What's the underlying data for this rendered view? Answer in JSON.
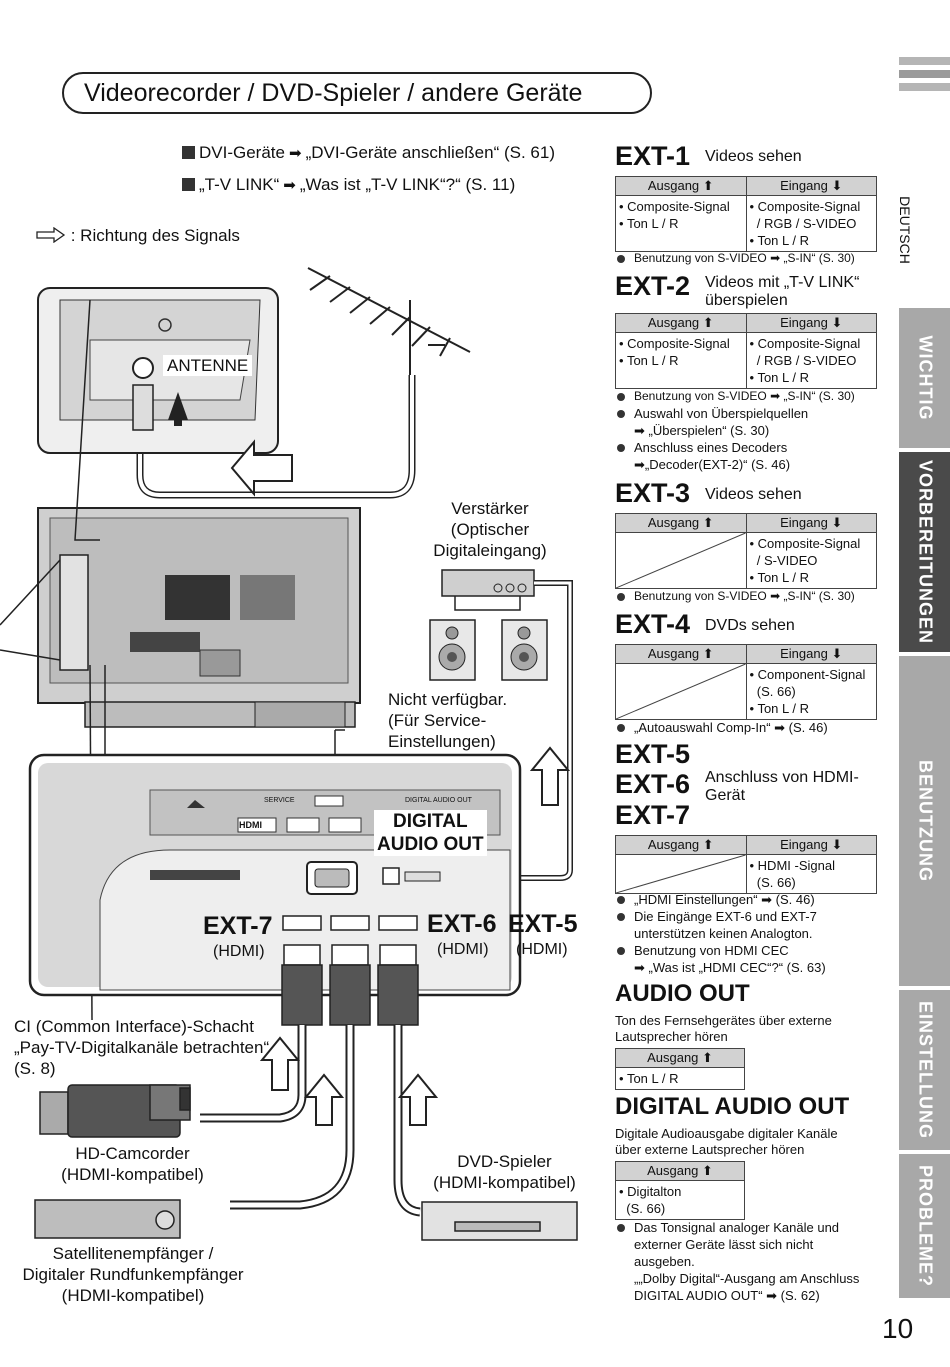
{
  "title": "Videorecorder / DVD-Spieler / andere Geräte",
  "refs": {
    "dvi": "DVI-Geräte",
    "dvi_target": "„DVI-Geräte anschließen“ (S. 61)",
    "tvlink": "„T-V LINK“",
    "tvlink_target": "„Was ist „T-V LINK“?“ (S. 11)",
    "signal_dir": ": Richtung des Signals"
  },
  "diagram": {
    "antenne": "ANTENNE",
    "verstaerker": [
      "Verstärker",
      "(Optischer",
      "Digitaleingang)"
    ],
    "nicht_verfuegbar": [
      "Nicht verfügbar.",
      "(Für Service-",
      "Einstellungen)"
    ],
    "digital_audio_out": [
      "DIGITAL",
      "AUDIO OUT"
    ],
    "ext7": "EXT-7",
    "ext6": "EXT-6",
    "ext5": "EXT-5",
    "hdmi": "(HDMI)",
    "ci": [
      "CI (Common Interface)-Schacht",
      "„Pay-TV-Digitalkanäle betrachten“",
      "(S. 8)"
    ],
    "camcorder": [
      "HD-Camcorder",
      "(HDMI-kompatibel)"
    ],
    "dvd": [
      "DVD-Spieler",
      "(HDMI-kompatibel)"
    ],
    "sat": [
      "Satellitenempfänger /",
      "Digitaler Rundfunkempfänger",
      "(HDMI-kompatibel)"
    ],
    "panel_service": "SERVICE",
    "panel_dao": "DIGITAL AUDIO OUT",
    "panel_hdmi": "HDMI"
  },
  "table_headers": {
    "out": "Ausgang",
    "in": "Eingang"
  },
  "ext1": {
    "name": "EXT-1",
    "desc": "Videos sehen",
    "out": [
      "Composite-Signal",
      "Ton L / R"
    ],
    "in": [
      "Composite-Signal",
      "/ RGB / S-VIDEO",
      "Ton L / R"
    ],
    "notes": [
      "Benutzung von S-VIDEO ➡ „S-IN“ (S. 30)"
    ]
  },
  "ext2": {
    "name": "EXT-2",
    "desc": [
      "Videos mit „T-V LINK“",
      "überspielen"
    ],
    "out": [
      "Composite-Signal",
      "Ton L / R"
    ],
    "in": [
      "Composite-Signal",
      "/ RGB / S-VIDEO",
      "Ton L / R"
    ],
    "notes": [
      "Benutzung von S-VIDEO ➡ „S-IN“ (S. 30)",
      "Auswahl von Überspielquellen",
      "➡ „Überspielen“ (S. 30)",
      "Anschluss eines Decoders",
      "➡„Decoder(EXT-2)“ (S. 46)"
    ]
  },
  "ext3": {
    "name": "EXT-3",
    "desc": "Videos sehen",
    "in": [
      "Composite-Signal",
      "/ S-VIDEO",
      "Ton L / R"
    ],
    "notes": [
      "Benutzung von S-VIDEO ➡ „S-IN“ (S. 30)"
    ]
  },
  "ext4": {
    "name": "EXT-4",
    "desc": "DVDs sehen",
    "in": [
      "Component-Signal",
      "(S. 66)",
      "Ton L / R"
    ],
    "notes": [
      "„Autoauswahl Comp-In“ ➡ (S. 46)"
    ]
  },
  "ext567": {
    "names": [
      "EXT-5",
      "EXT-6",
      "EXT-7"
    ],
    "desc": [
      "Anschluss von HDMI-",
      "Gerät"
    ],
    "in": [
      "HDMI -Signal",
      "(S. 66)"
    ],
    "notes": [
      "„HDMI Einstellungen“ ➡ (S. 46)",
      "Die Eingänge EXT-6 und EXT-7",
      "unterstützen keinen Analogton.",
      "Benutzung von HDMI CEC",
      "➡ „Was ist „HDMI CEC“?“ (S. 63)"
    ]
  },
  "audio_out": {
    "name": "AUDIO OUT",
    "desc": [
      "Ton des Fernsehgerätes über externe",
      "Lautsprecher hören"
    ],
    "out": [
      "Ton L / R"
    ]
  },
  "digital_audio_out": {
    "name": "DIGITAL AUDIO OUT",
    "desc": [
      "Digitale Audioausgabe digitaler Kanäle",
      "über externe Lautsprecher hören"
    ],
    "out": [
      "Digitalton",
      "(S. 66)"
    ],
    "notes": [
      "Das Tonsignal analoger Kanäle und",
      "externer Geräte lässt sich nicht",
      "ausgeben.",
      "„„Dolby Digital“-Ausgang am Anschluss",
      "DIGITAL AUDIO OUT“ ➡ (S. 62)"
    ]
  },
  "tabs": {
    "deutsch": "DEUTSCH",
    "wichtig": "WICHTIG",
    "vorbereitungen": "VORBEREITUNGEN",
    "benutzung": "BENUTZUNG",
    "einstellung": "EINSTELLUNG",
    "probleme": "PROBLEME?"
  },
  "page_number": "10"
}
